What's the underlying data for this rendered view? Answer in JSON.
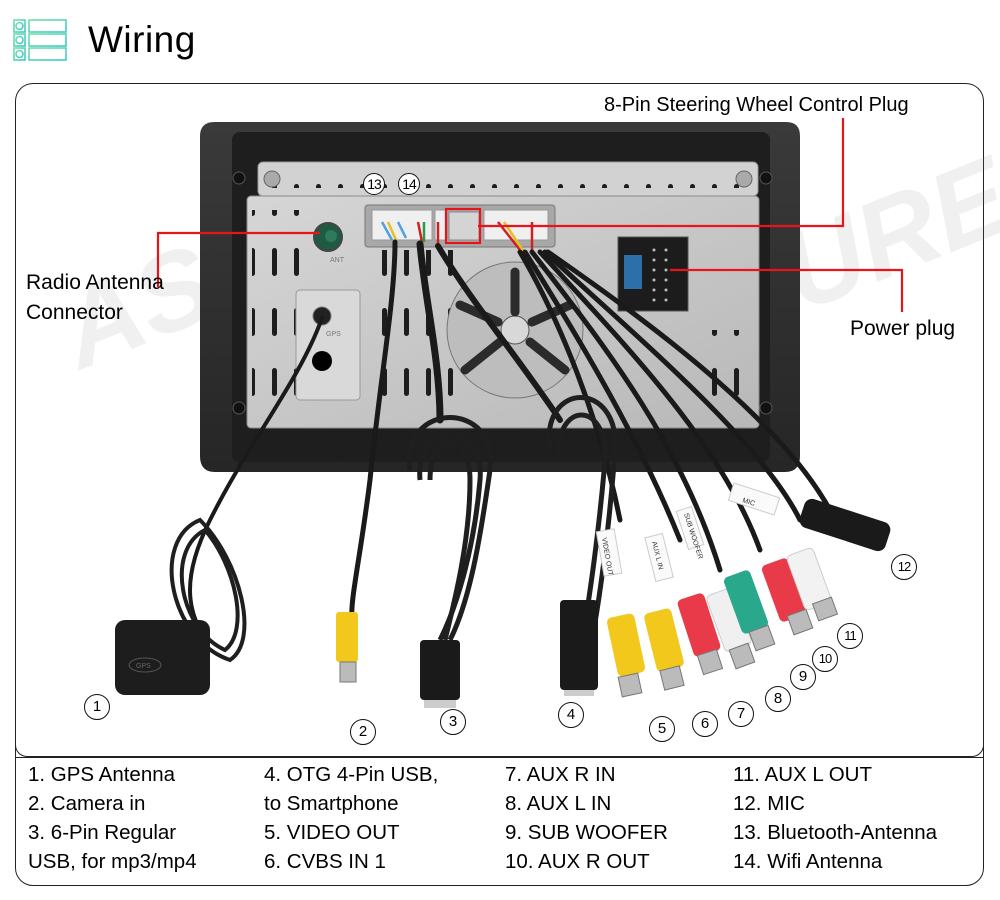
{
  "header": {
    "title": "Wiring",
    "icon": "list-icon",
    "accent_color": "#4fd6b8"
  },
  "callouts": {
    "steering": "8-Pin Steering Wheel Control Plug",
    "antenna_line1": "Radio Antenna",
    "antenna_line2": "Connector",
    "power": "Power plug",
    "leader_color": "#e8141c"
  },
  "watermark": "ASURE",
  "device_labels": {
    "ant": "ANT",
    "gps": "GPS",
    "gps_module": "GPS",
    "video_out": "VIDEO OUT",
    "aux_l_in": "AUX L IN",
    "sub_woofer": "SUB WOOFER",
    "mic": "MIC"
  },
  "badges": [
    "1",
    "2",
    "3",
    "4",
    "5",
    "6",
    "7",
    "8",
    "9",
    "10",
    "11",
    "12",
    "13",
    "14"
  ],
  "legend": {
    "columns": [
      [
        "1. GPS Antenna",
        "2. Camera in",
        "3. 6-Pin Regular",
        "USB, for mp3/mp4"
      ],
      [
        "4. OTG 4-Pin USB,",
        "to Smartphone",
        "5. VIDEO OUT",
        "6. CVBS IN 1"
      ],
      [
        "7. AUX R IN",
        "8. AUX L IN",
        "9. SUB WOOFER",
        "10. AUX R OUT"
      ],
      [
        "11. AUX L OUT",
        "12. MIC",
        "13. Bluetooth-Antenna",
        "14. Wifi Antenna"
      ]
    ]
  },
  "colors": {
    "rca_yellow": "#f2c81c",
    "rca_red": "#e83a48",
    "rca_white": "#f2f2f2",
    "rca_green": "#2aa88c",
    "bezel": "#2e2e2e",
    "chassis": "#c9c9c9"
  }
}
